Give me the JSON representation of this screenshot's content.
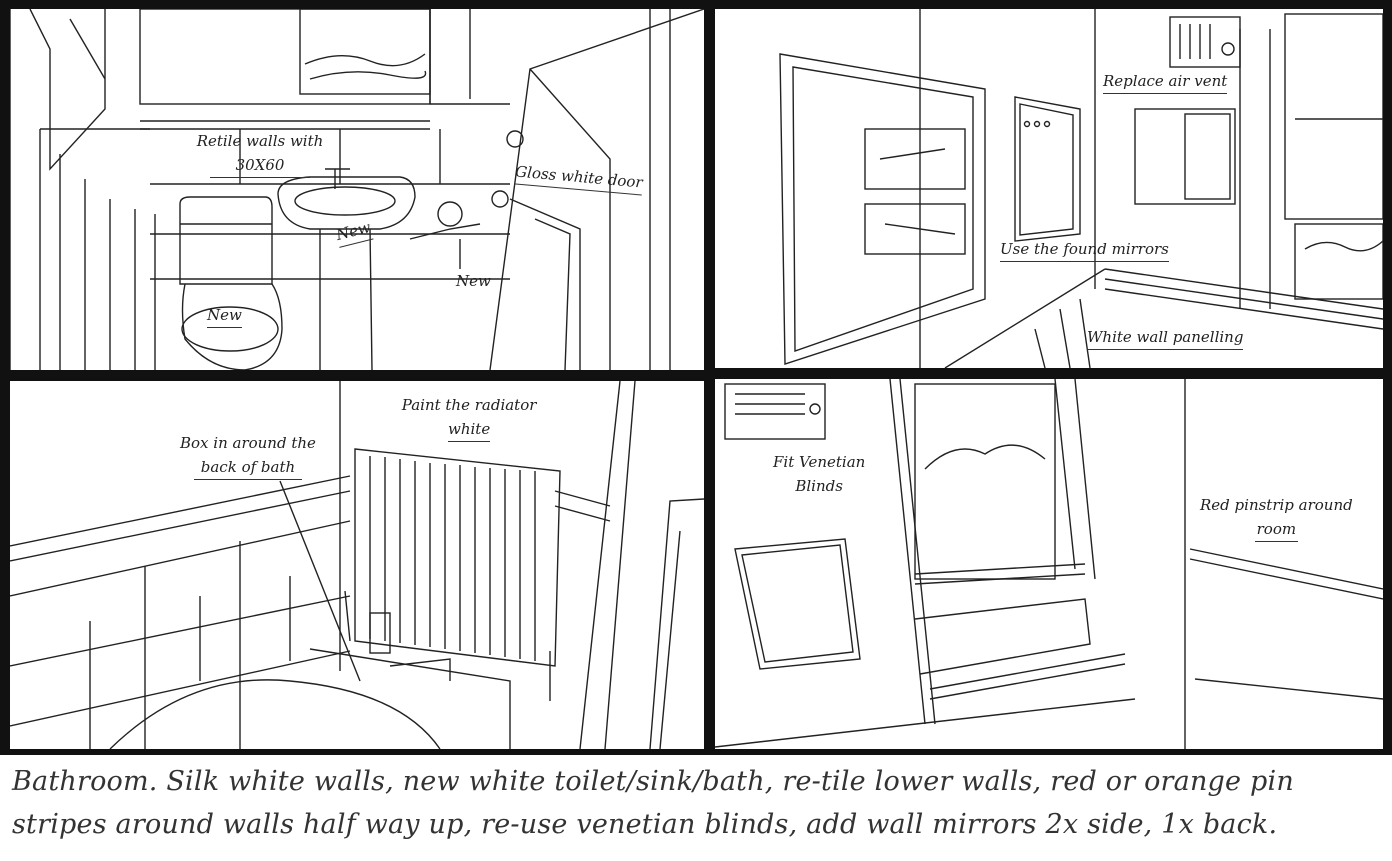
{
  "panels": {
    "p1": {
      "notes": {
        "retile_line1": "Retile walls with",
        "retile_line2": "30X60",
        "gloss_door": "Gloss white door",
        "new_sink": "New",
        "new_tap": "New",
        "new_toilet": "New"
      }
    },
    "p2": {
      "notes": {
        "air_vent": "Replace air vent",
        "mirrors": "Use the found mirrors",
        "panelling": "White wall panelling"
      }
    },
    "p3": {
      "notes": {
        "radiator_line1": "Paint the radiator",
        "radiator_line2": "white",
        "box_line1": "Box in around the",
        "box_line2": "back of bath"
      }
    },
    "p4": {
      "notes": {
        "blinds_line1": "Fit Venetian",
        "blinds_line2": "Blinds",
        "pinstrip_line1": "Red pinstrip around",
        "pinstrip_line2": "room"
      }
    }
  },
  "caption": {
    "line1": "Bathroom. Silk white walls, new white toilet/sink/bath, re-tile lower walls, red or orange pin",
    "line2": "stripes around walls half way up, re-use venetian blinds, add wall mirrors 2x side, 1x back."
  }
}
